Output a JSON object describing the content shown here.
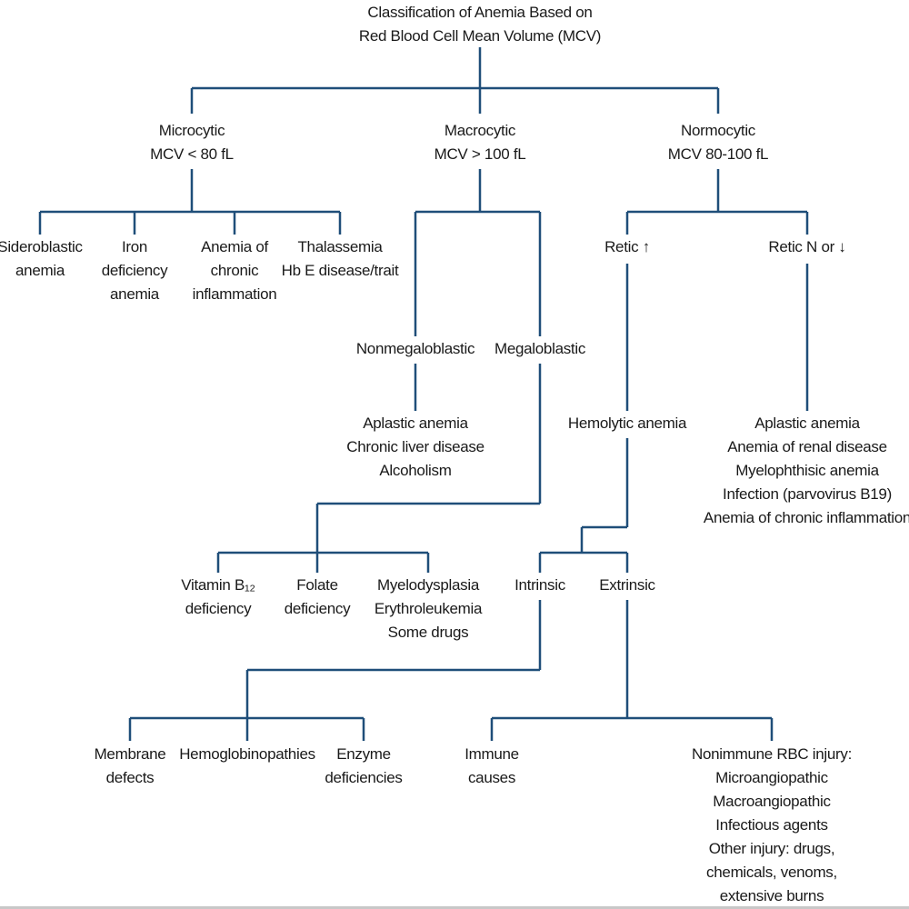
{
  "title": [
    "Classification of Anemia Based on",
    "Red Blood Cell Mean Volume (MCV)"
  ],
  "microcytic": [
    "Microcytic",
    "MCV < 80 fL"
  ],
  "macrocytic": [
    "Macrocytic",
    "MCV > 100 fL"
  ],
  "normocytic": [
    "Normocytic",
    "MCV 80-100 fL"
  ],
  "sideroblastic": [
    "Sideroblastic",
    "anemia"
  ],
  "iron_deficiency": [
    "Iron",
    "deficiency",
    "anemia"
  ],
  "chronic_inflammation": [
    "Anemia of",
    "chronic",
    "inflammation"
  ],
  "thalassemia": [
    "Thalassemia",
    "Hb E disease/trait"
  ],
  "retic_up": [
    "Retic ↑"
  ],
  "retic_normal": [
    "Retic N or ↓"
  ],
  "nonmegaloblastic": [
    "Nonmegaloblastic"
  ],
  "megaloblastic": [
    "Megaloblastic"
  ],
  "nonmegaloblastic_causes": [
    "Aplastic anemia",
    "Chronic liver disease",
    "Alcoholism"
  ],
  "hemolytic": [
    "Hemolytic anemia"
  ],
  "normocytic_low_retic_causes": [
    "Aplastic anemia",
    "Anemia of renal disease",
    "Myelophthisic anemia",
    "Infection (parvovirus B19)",
    "Anemia of chronic inflammation"
  ],
  "vitamin_b12": [
    "Vitamin B₁₂",
    "deficiency"
  ],
  "folate": [
    "Folate",
    "deficiency"
  ],
  "myelodysplasia": [
    "Myelodysplasia",
    "Erythroleukemia",
    "Some drugs"
  ],
  "intrinsic": [
    "Intrinsic"
  ],
  "extrinsic": [
    "Extrinsic"
  ],
  "membrane": [
    "Membrane",
    "defects"
  ],
  "hemoglobinopathies": [
    "Hemoglobinopathies"
  ],
  "enzyme": [
    "Enzyme",
    "deficiencies"
  ],
  "immune": [
    "Immune",
    "causes"
  ],
  "nonimmune": [
    "Nonimmune RBC injury:",
    "Microangiopathic",
    "Macroangiopathic",
    "Infectious agents",
    "Other injury: drugs,",
    "chemicals, venoms,",
    "extensive burns"
  ]
}
